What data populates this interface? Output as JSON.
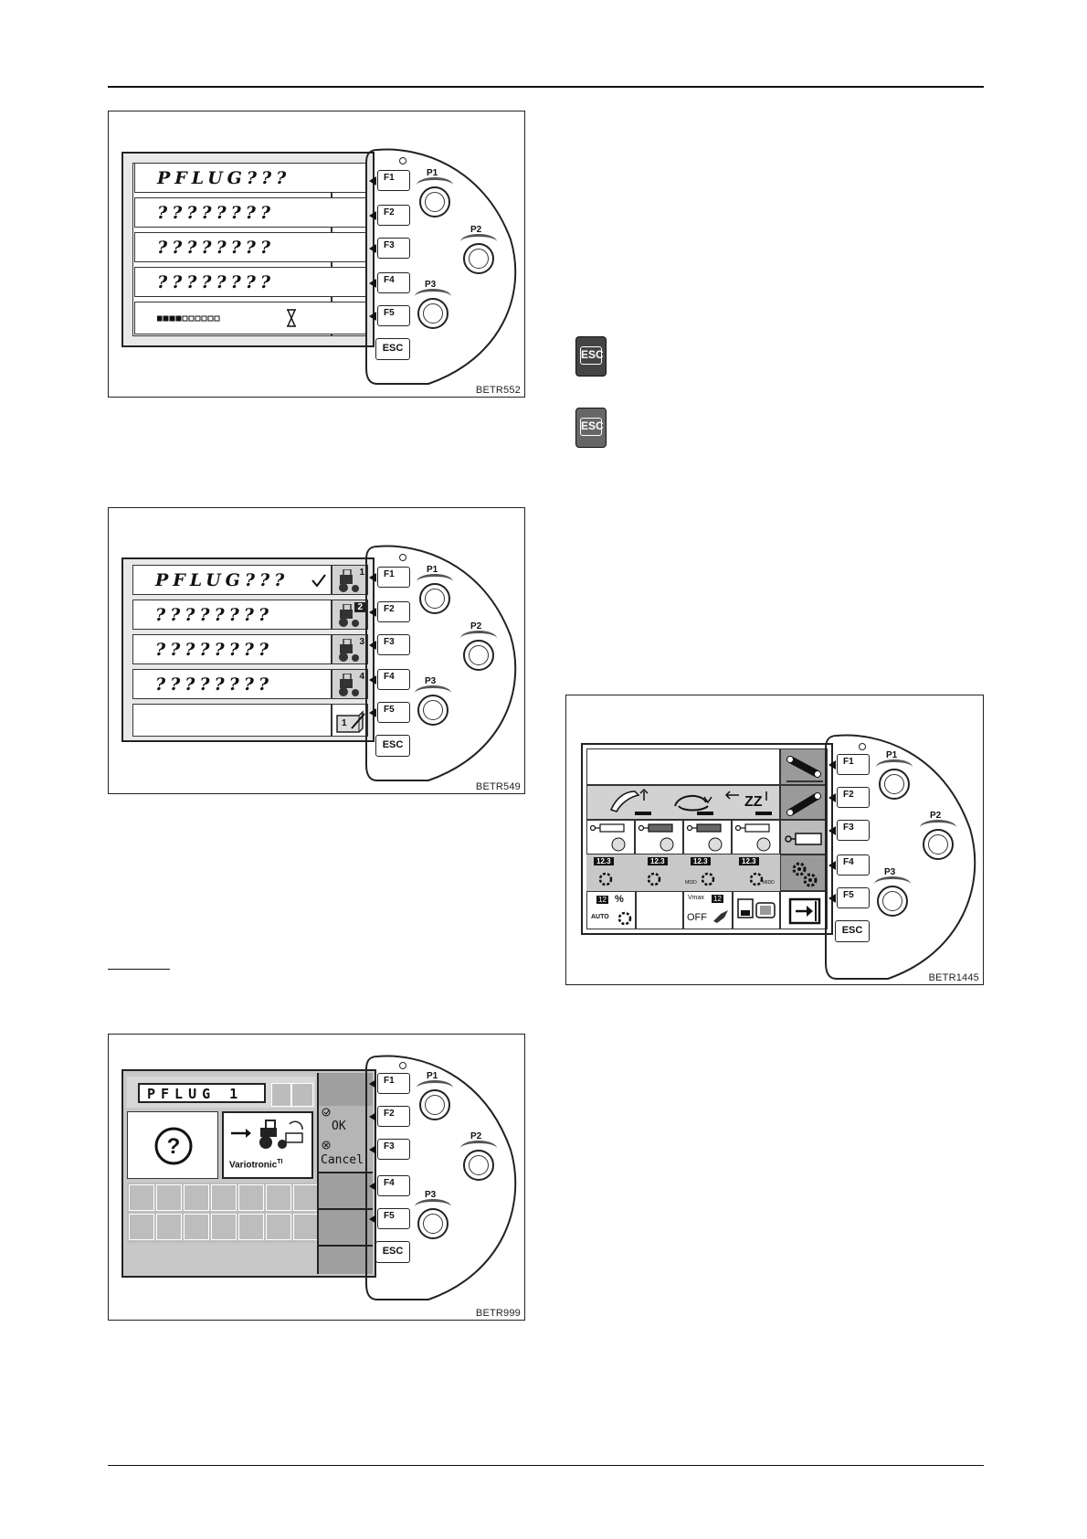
{
  "fig_a": {
    "code": "BETR552",
    "rows": [
      "PFLUG???",
      "????????",
      "????????",
      "????????"
    ],
    "progress": {
      "filled": 4,
      "total": 10
    }
  },
  "fig_b": {
    "code": "BETR549",
    "rows": [
      "PFLUG???",
      "????????",
      "????????",
      "????????"
    ],
    "slots": [
      "1",
      "2",
      "3",
      "4"
    ],
    "store_label": "1"
  },
  "fig_c": {
    "code": "BETR999",
    "title": "PFLUG 1",
    "logo_text": "Variotronic",
    "logo_sup": "TI",
    "ok": "OK",
    "cancel": "Cancel"
  },
  "fig_d": {
    "code": "BETR1445",
    "values": [
      "12.3",
      "12.3",
      "12.3",
      "12.3"
    ],
    "small_values": [
      "12",
      "12"
    ],
    "pct": "%",
    "auto": "AUTO",
    "vmax": "Vmax",
    "off": "OFF",
    "mid1": "MIDD",
    "mid2": "MIDD"
  },
  "panel": {
    "keys": [
      "F1",
      "F2",
      "F3",
      "F4",
      "F5"
    ],
    "esc": "ESC",
    "pots": [
      "P1",
      "P2",
      "P3"
    ]
  },
  "esc_icon": "ESC"
}
